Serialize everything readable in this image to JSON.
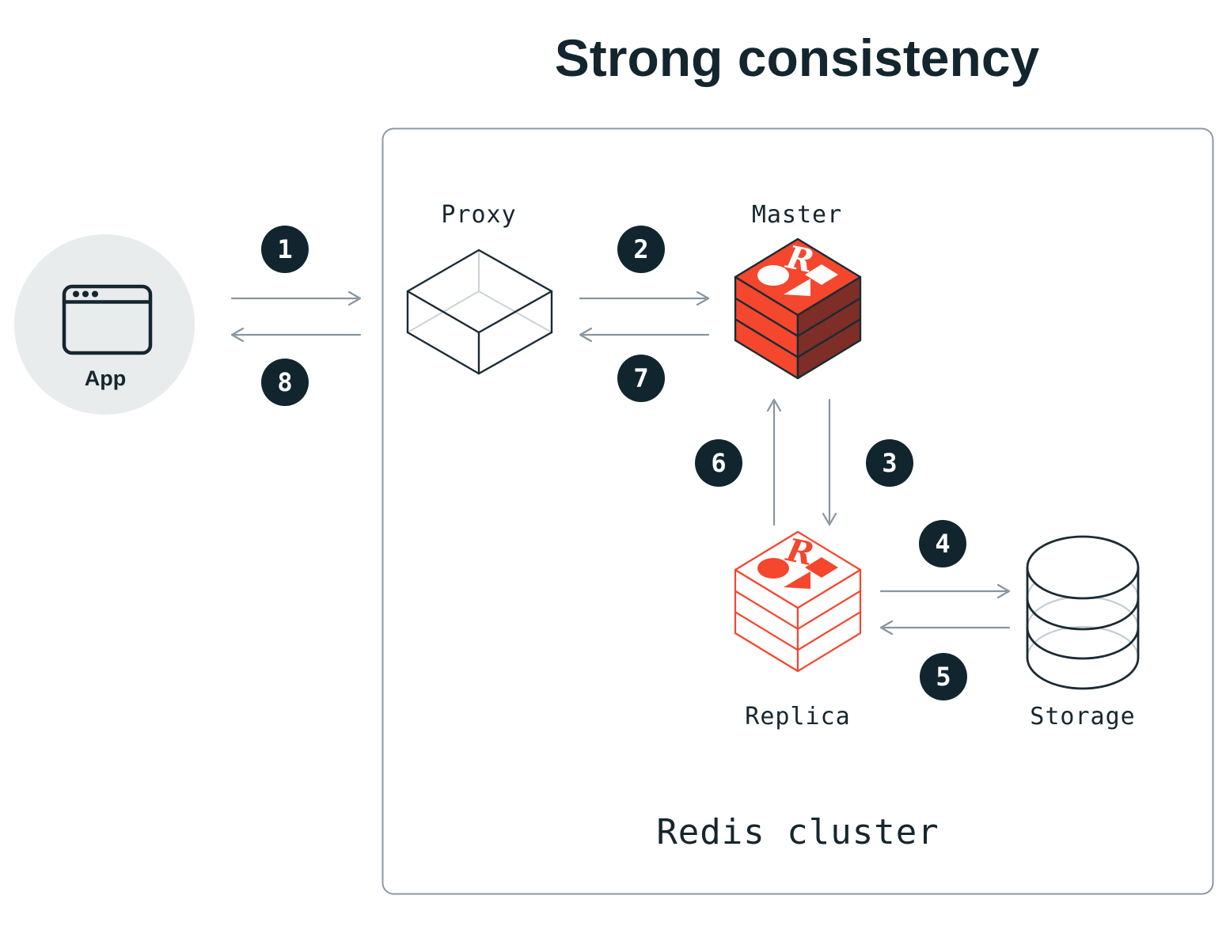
{
  "title": "Strong consistency",
  "app": {
    "label": "App"
  },
  "cluster": {
    "label": "Redis cluster",
    "nodes": {
      "proxy": {
        "label": "Proxy"
      },
      "master": {
        "label": "Master"
      },
      "replica": {
        "label": "Replica"
      },
      "storage": {
        "label": "Storage"
      }
    }
  },
  "steps": [
    {
      "number": "1",
      "from": "app",
      "to": "proxy"
    },
    {
      "number": "2",
      "from": "proxy",
      "to": "master"
    },
    {
      "number": "3",
      "from": "master",
      "to": "replica"
    },
    {
      "number": "4",
      "from": "replica",
      "to": "storage"
    },
    {
      "number": "5",
      "from": "storage",
      "to": "replica"
    },
    {
      "number": "6",
      "from": "replica",
      "to": "master"
    },
    {
      "number": "7",
      "from": "master",
      "to": "proxy"
    },
    {
      "number": "8",
      "from": "proxy",
      "to": "app"
    }
  ],
  "colors": {
    "background": "#ffffff",
    "ink": "#16262e",
    "arrow_gray": "#8795a0",
    "cluster_border_gray": "#8c99a3",
    "hidden_line_gray": "#ccd3d7",
    "app_circle_fill": "#e9eced",
    "redis_red": "#f5462e",
    "redis_dark_red": "#7e2d27",
    "badge_fill": "#11252e",
    "badge_text": "#ffffff"
  }
}
